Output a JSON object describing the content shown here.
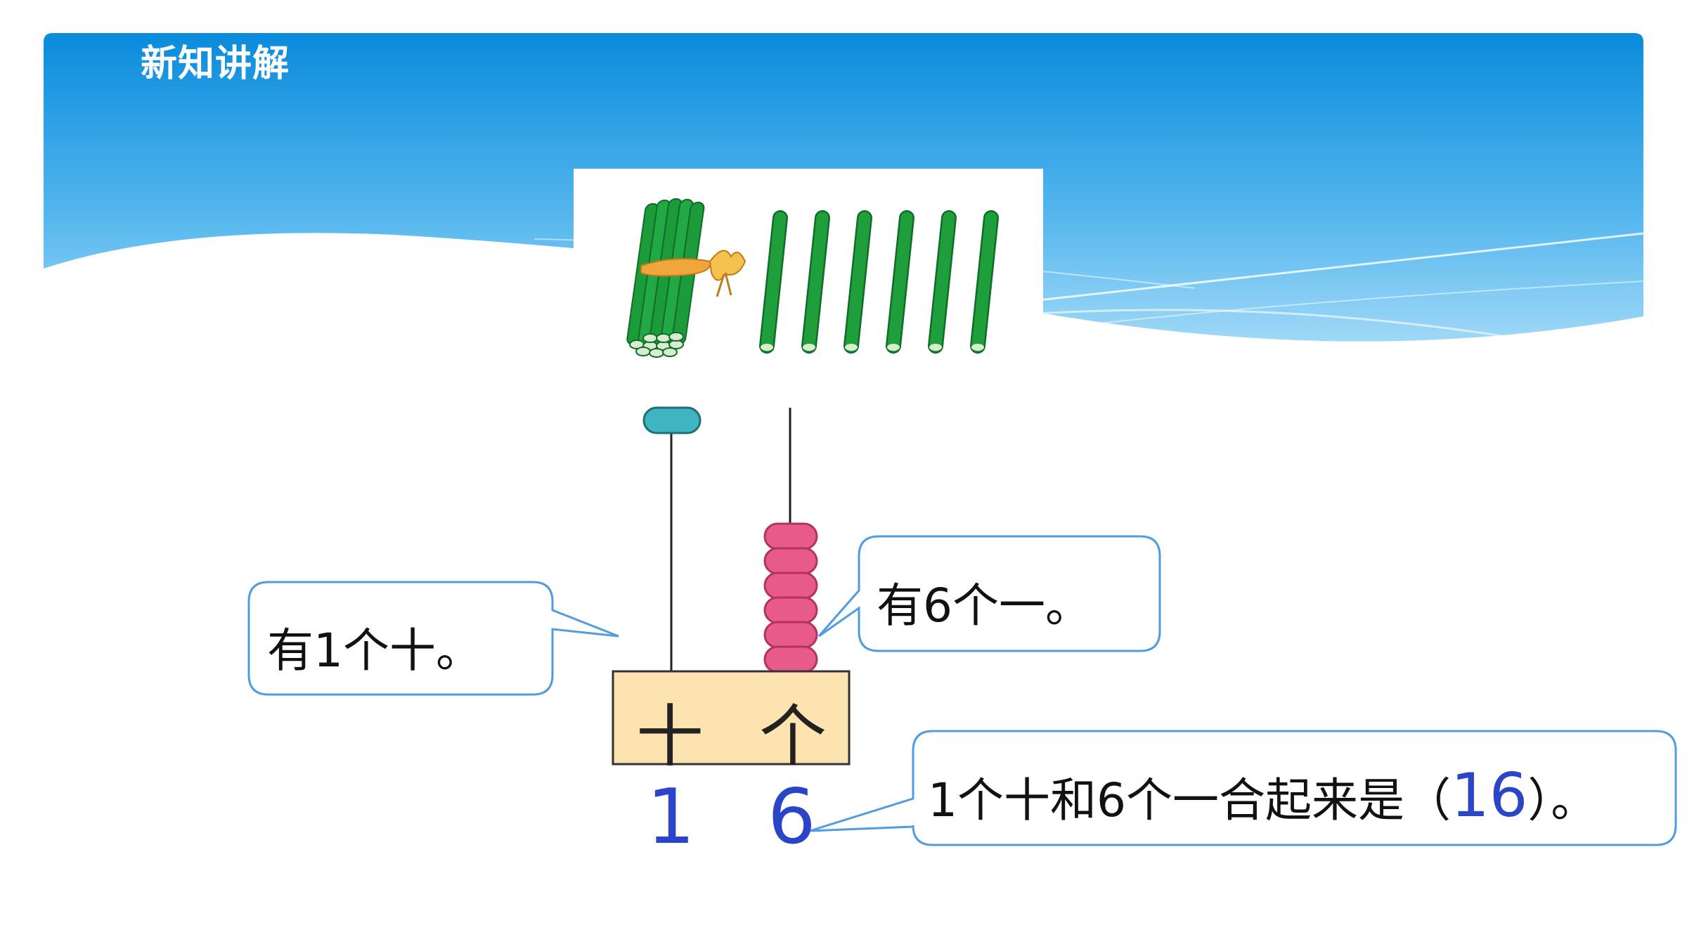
{
  "header": {
    "title": "新知讲解"
  },
  "place_chart": {
    "tens_label": "十",
    "ones_label": "个",
    "tens_digit": "1",
    "ones_digit": "6",
    "tens_beads": 1,
    "ones_beads": 6
  },
  "bubbles": {
    "tens": "有1个十。",
    "ones": "有6个一。",
    "sum_prefix": "1个十和6个一合起来是（",
    "sum_answer": "16",
    "sum_suffix": "）。"
  },
  "sticks": {
    "bundles": 1,
    "loose": 6
  },
  "colors": {
    "banner_top": "#0b8fde",
    "banner_bottom": "#79c8f3",
    "stick_green": "#1b9b3a",
    "bead_pink": "#e85a8a",
    "tens_bead_teal": "#3fb5c2",
    "bubble_border": "#4f9de0",
    "label_box": "#fde3b0",
    "digit_blue": "#2a45c8"
  }
}
